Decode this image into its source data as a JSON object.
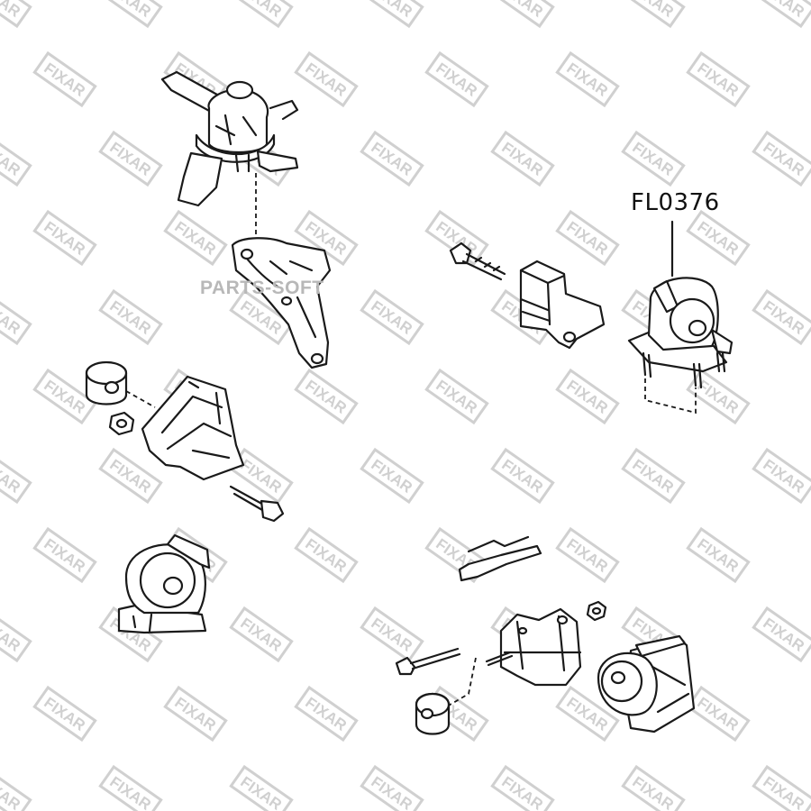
{
  "part_number": "FL0376",
  "site_watermark": "PARTS-SOFT",
  "brand_watermark": "FIXAR",
  "colors": {
    "line": "#1a1a1a",
    "watermark": "#d0d0d0",
    "background": "#ffffff"
  }
}
